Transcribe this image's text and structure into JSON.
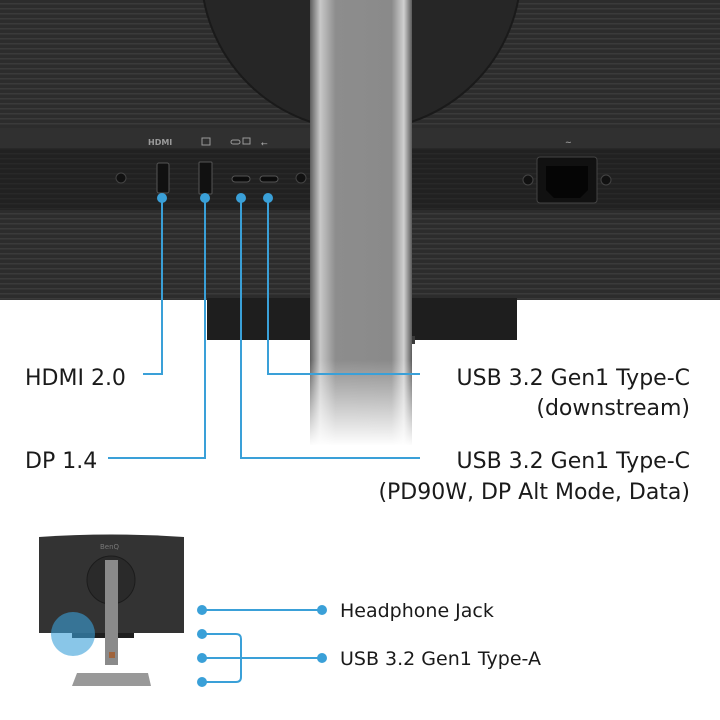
{
  "monitor": {
    "port_icons": {
      "hdmi": "HDMI",
      "dp": "dp-icon",
      "usbc_display": "usbc-display-icon",
      "usb": "usb-icon",
      "power": "~"
    },
    "brand": "BenQ"
  },
  "callouts": {
    "hdmi": "HDMI 2.0",
    "dp": "DP 1.4",
    "usbc_down_line1": "USB 3.2 Gen1 Type-C",
    "usbc_down_line2": "(downstream)",
    "usbc_pd_line1": "USB 3.2 Gen1 Type-C",
    "usbc_pd_line2": "(PD90W, DP Alt Mode, Data)",
    "headphone": "Headphone Jack",
    "usb_a": "USB 3.2 Gen1 Type-A"
  },
  "colors": {
    "accent": "#3aa0d8",
    "panel": "#2b2b2b",
    "stand": "#8a8a8a"
  }
}
